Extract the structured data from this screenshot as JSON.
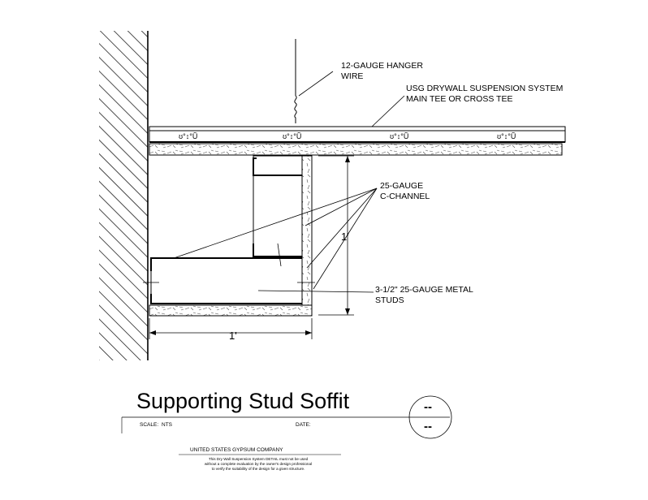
{
  "labels": {
    "hanger_line1": "12-GAUGE HANGER",
    "hanger_line2": "WIRE",
    "susp_line1": "USG DRYWALL SUSPENSION SYSTEM",
    "susp_line2": "MAIN TEE OR CROSS TEE",
    "cch_line1": "25-GAUGE",
    "cch_line2": "C-CHANNEL",
    "studs_line1": "3-1/2\" 25-GAUGE METAL",
    "studs_line2": "STUDS",
    "dim_vertical": "1'",
    "dim_horizontal": "1'"
  },
  "title_block": {
    "title": "Supporting Stud Soffit",
    "scale_label": "SCALE:",
    "scale_value": "NTS",
    "date_label": "DATE:",
    "detail_top": "--",
    "detail_bottom": "--",
    "company": "UNITED STATES GYPSUM COMPANY",
    "disclaimer_1": "This Dry Wall Suspension System DETAIL must not be used",
    "disclaimer_2": "without a complete evaluation by the owner's design professional",
    "disclaimer_3": "to verify the suitability of the design for a given structure."
  }
}
